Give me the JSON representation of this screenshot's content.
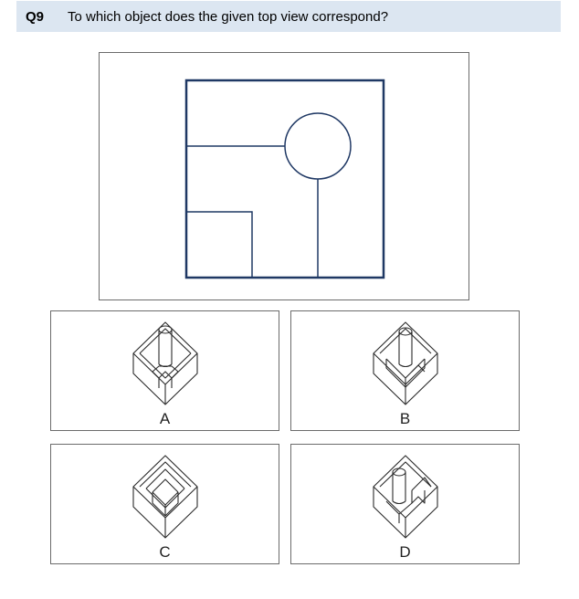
{
  "question": {
    "number": "Q9",
    "text": "To which object does the given top view correspond?"
  },
  "options": [
    {
      "label": "A"
    },
    {
      "label": "B"
    },
    {
      "label": "C"
    },
    {
      "label": "D"
    }
  ],
  "colors": {
    "header_bg": "#dce6f1",
    "top_view_stroke": "#1f3864",
    "iso_stroke": "#2b2b2b",
    "frame_border": "#6b6b6b"
  }
}
